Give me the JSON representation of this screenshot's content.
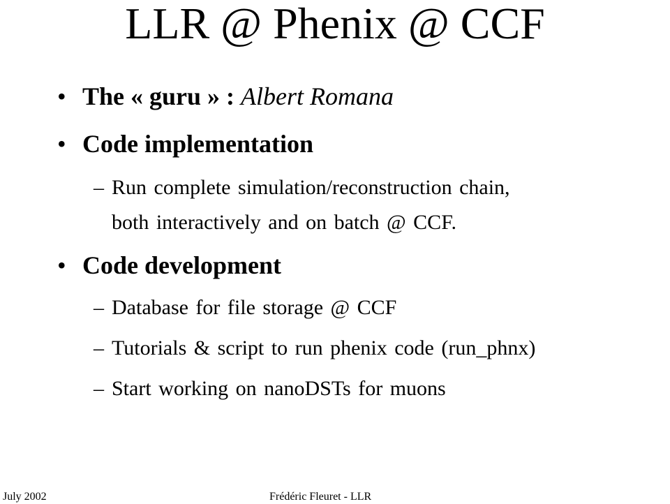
{
  "slide": {
    "title": "LLR @ Phenix @ CCF",
    "bullet_char": "•",
    "dash_char": "–",
    "items": [
      {
        "label_bold": "The « guru » : ",
        "label_italic": "Albert Romana",
        "subitems": []
      },
      {
        "label_bold": "Code implementation",
        "label_italic": "",
        "subitems": [
          "Run complete simulation/reconstruction chain,",
          "both interactively and on batch @ CCF."
        ]
      },
      {
        "label_bold": "Code development",
        "label_italic": "",
        "subitems": [
          "Database for file storage @ CCF",
          "Tutorials & script to run phenix code (run_phnx)",
          "Start working on nanoDSTs for muons"
        ]
      }
    ]
  },
  "footer": {
    "date": "July 2002",
    "author": "Frédéric Fleuret - LLR"
  }
}
